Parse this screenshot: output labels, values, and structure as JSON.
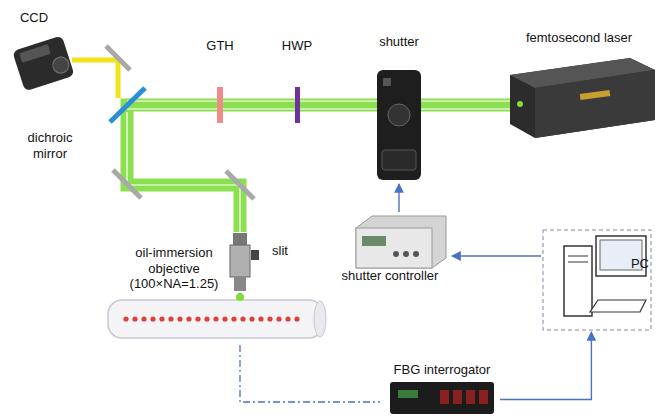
{
  "diagram": {
    "nodes": [
      {
        "text": [
          "shutter"
        ]
      },
      {
        "text": [
          "femtosecond laser"
        ]
      },
      {
        "text": [
          "shutter controller"
        ]
      },
      {
        "text": [
          "PC"
        ]
      },
      {
        "text": [
          "FBG interrogator"
        ]
      }
    ],
    "edges": [
      {
        "from": 2,
        "to": 0,
        "arrow": "to"
      },
      {
        "from": 3,
        "to": 2,
        "arrow": "to"
      },
      {
        "from": 4,
        "to": 3,
        "arrow": "to"
      }
    ],
    "labels": [
      "CCD",
      "GTH",
      "HWP",
      "dichroic mirror",
      "oil-immersion objective (100×NA=1.25)",
      "slit"
    ]
  }
}
